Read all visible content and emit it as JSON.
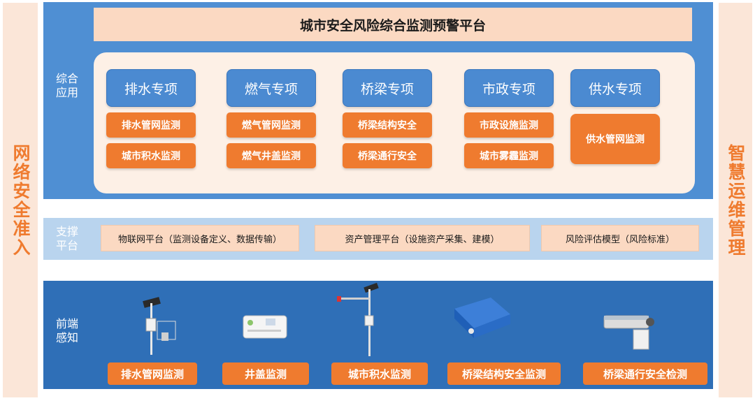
{
  "left_bar": {
    "text": "网络安全准入"
  },
  "right_bar": {
    "text": "智慧运维管理"
  },
  "top_layer": {
    "title": "城市安全风险综合监测预警平台",
    "label": "综合\n应用",
    "apps": [
      {
        "name": "排水专项",
        "items": [
          "排水管网监测",
          "城市积水监测"
        ]
      },
      {
        "name": "燃气专项",
        "items": [
          "燃气管网监测",
          "燃气井盖监测"
        ]
      },
      {
        "name": "桥梁专项",
        "items": [
          "桥梁结构安全",
          "桥梁通行安全"
        ]
      },
      {
        "name": "市政专项",
        "items": [
          "市政设施监测",
          "城市雾霾监测"
        ]
      },
      {
        "name": "供水专项",
        "items": [
          "供水管网监测"
        ]
      }
    ]
  },
  "support_layer": {
    "label": "支撑\n平台",
    "boxes": [
      "物联网平台（监测设备定义、数据传输）",
      "资产管理平台（设施资产采集、建模）",
      "风险评估模型（风险标准）"
    ]
  },
  "front_layer": {
    "label": "前端\n感知",
    "devices": [
      "排水管网监测",
      "井盖监测",
      "城市积水监测",
      "桥梁结构安全监测",
      "桥梁通行安全检测"
    ]
  },
  "colors": {
    "accent_orange": "#ef7b2f",
    "blue": "#4f8fd3",
    "dark_blue": "#2f6fb7",
    "peach": "#fbd9c2"
  }
}
